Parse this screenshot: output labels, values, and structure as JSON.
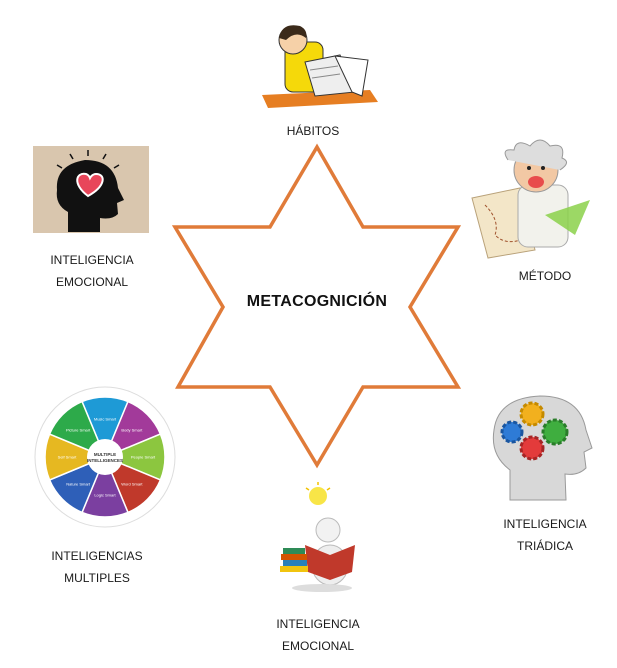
{
  "center": {
    "title": "METACOGNICIÓN"
  },
  "star_color": "#e07b39",
  "nodes": [
    {
      "id": "habitos",
      "lines": [
        "HÁBITOS"
      ],
      "icon": "student-reading-icon"
    },
    {
      "id": "metodo",
      "lines": [
        "MÉTODO"
      ],
      "icon": "professor-map-icon"
    },
    {
      "id": "triadica",
      "lines": [
        "INTELIGENCIA",
        "TRIÁDICA"
      ],
      "icon": "head-gears-icon"
    },
    {
      "id": "emocional-bottom",
      "lines": [
        "INTELIGENCIA",
        "EMOCIONAL"
      ],
      "icon": "figure-reading-lightbulb-icon"
    },
    {
      "id": "multiples",
      "lines": [
        "INTELIGENCIAS",
        "MULTIPLES"
      ],
      "icon": "multiple-intelligences-wheel-icon"
    },
    {
      "id": "emocional-left",
      "lines": [
        "INTELIGENCIA",
        "EMOCIONAL"
      ],
      "icon": "head-heart-icon"
    }
  ],
  "wheel": {
    "center_text": [
      "MULTIPLE",
      "INTELLIGENCES"
    ],
    "segments": [
      {
        "label": "Music Smart",
        "color": "#1e9ad6"
      },
      {
        "label": "Body Smart",
        "color": "#a23a9a"
      },
      {
        "label": "People Smart",
        "color": "#8cc63f"
      },
      {
        "label": "Word Smart",
        "color": "#c0392b"
      },
      {
        "label": "Logic Smart",
        "color": "#7b3fa0"
      },
      {
        "label": "Nature Smart",
        "color": "#2e5fb8"
      },
      {
        "label": "Self Smart",
        "color": "#e6b821"
      },
      {
        "label": "Picture Smart",
        "color": "#2daa4a"
      }
    ]
  }
}
